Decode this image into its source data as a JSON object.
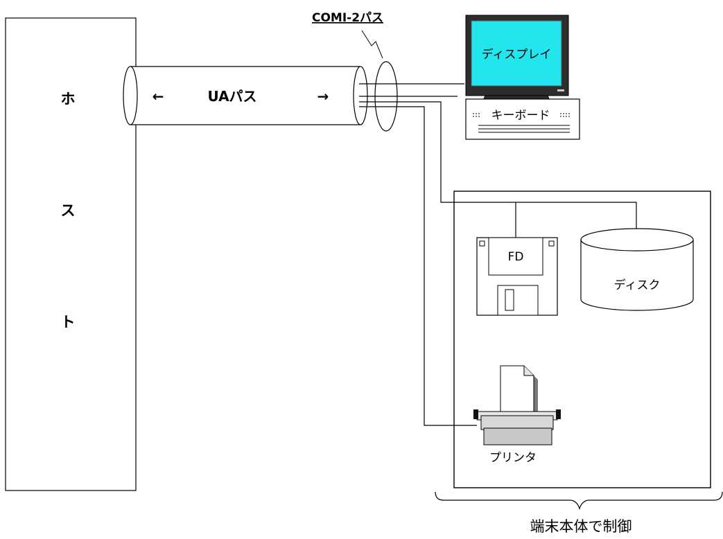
{
  "host": {
    "label_1": "ホ",
    "label_2": "ス",
    "label_3": "ト"
  },
  "ua_bus": {
    "left_arrow": "←",
    "label": "UAパス",
    "right_arrow": "→"
  },
  "comi_bus": {
    "label": "COMI-2パス"
  },
  "display": {
    "label": "ディスプレイ",
    "screen_color": "#22e5ee"
  },
  "keyboard": {
    "label": "キーボード"
  },
  "fd": {
    "label": "FD"
  },
  "disk": {
    "label": "ディスク"
  },
  "printer": {
    "label": "プリンタ"
  },
  "terminal": {
    "caption": "端末本体で制御"
  }
}
